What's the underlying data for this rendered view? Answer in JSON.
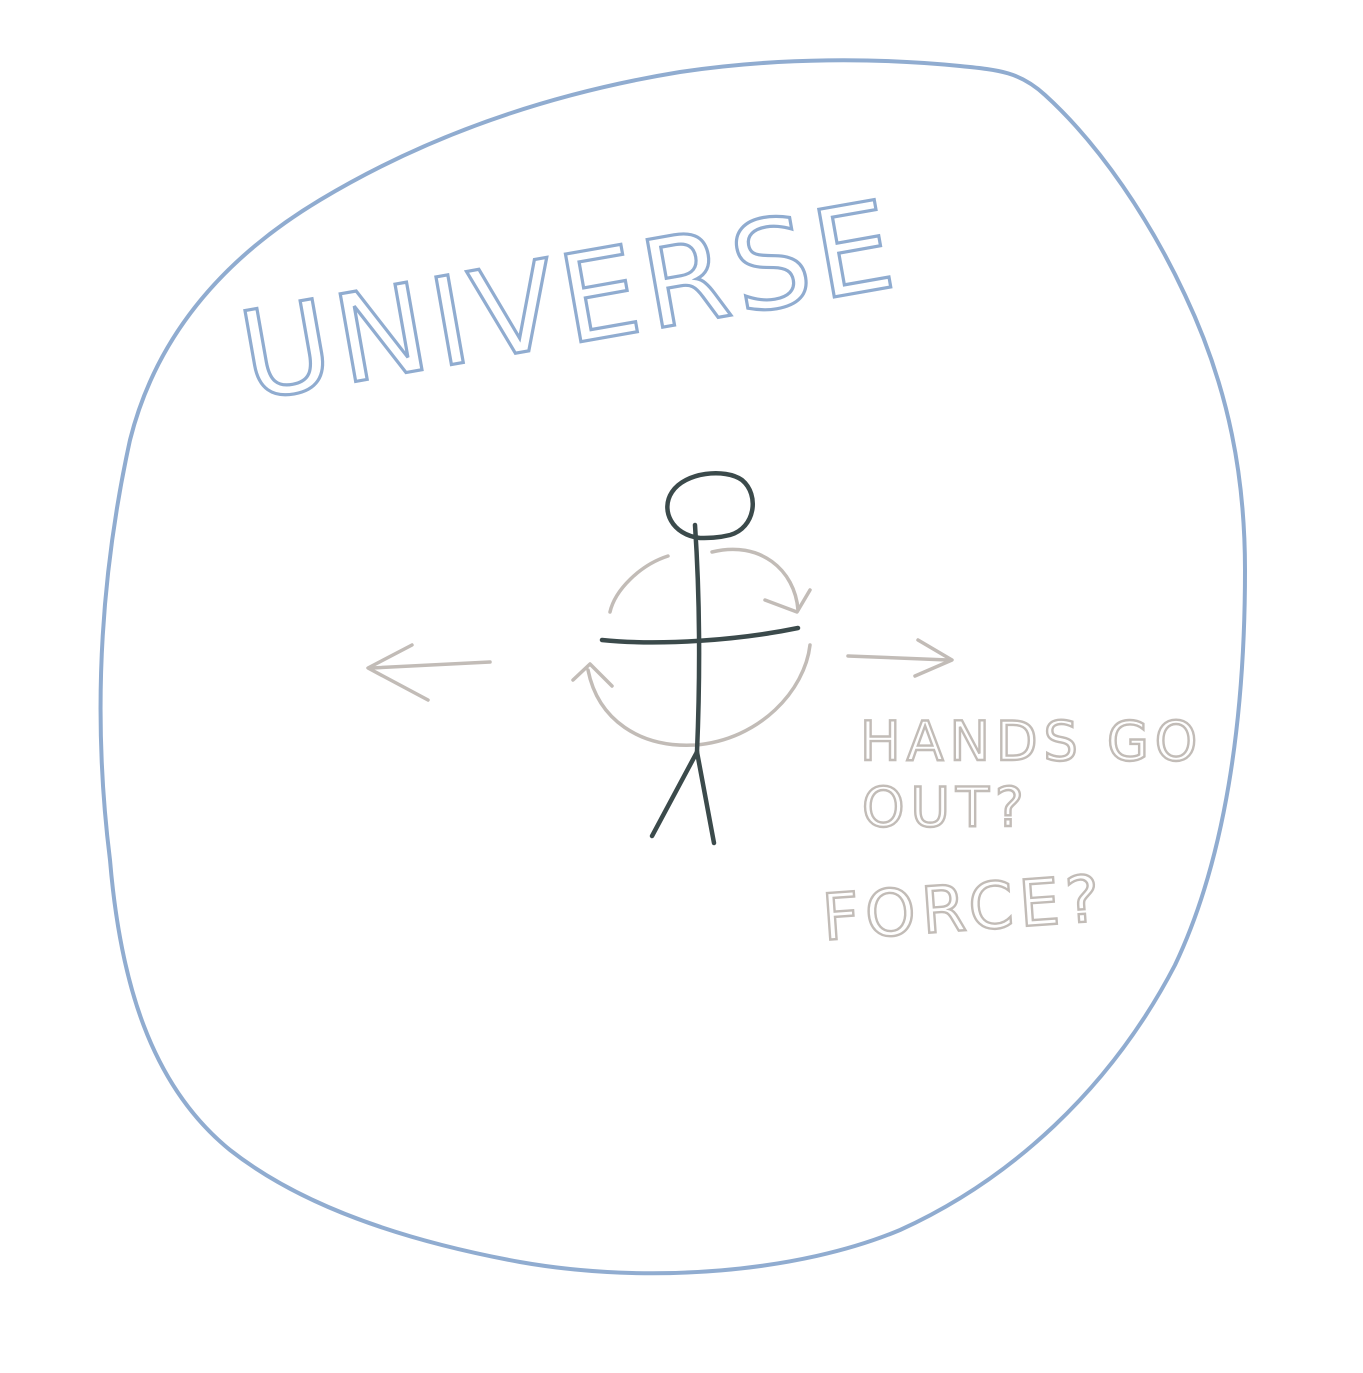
{
  "colors": {
    "background": "#ffffff",
    "universe_ink": "#90acd0",
    "figure_ink": "#3b4a4b",
    "annotation_ink": "#c2bcb7"
  },
  "labels": {
    "universe": "UNIVERSE",
    "annotation_line1": "HANDS GO",
    "annotation_line2": "OUT?",
    "annotation_line3": "FORCE?"
  }
}
